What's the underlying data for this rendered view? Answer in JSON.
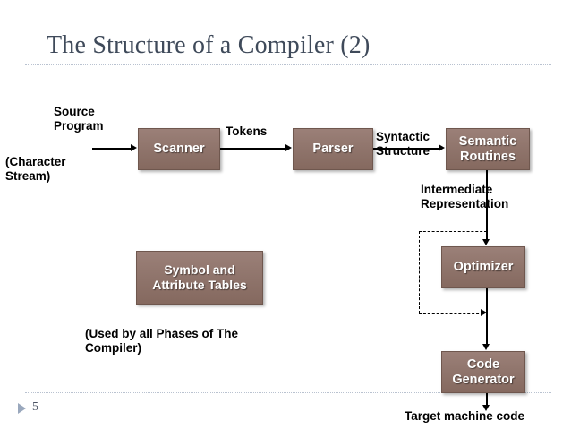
{
  "slide": {
    "title": "The Structure of a Compiler (2)",
    "number": "5",
    "bullet_icon": "triangle-bullet-icon"
  },
  "diagram": {
    "boxes": {
      "scanner": "Scanner",
      "parser": "Parser",
      "semantic_routines": "Semantic\nRoutines",
      "optimizer": "Optimizer",
      "code_generator": "Code\nGenerator",
      "symbol_tables": "Symbol and\nAttribute\nTables"
    },
    "labels": {
      "source_program": "Source\nProgram",
      "character_stream": "(Character\nStream)",
      "tokens": "Tokens",
      "syntactic_structure": "Syntactic\nStructure",
      "intermediate_representation": "Intermediate\nRepresentation",
      "used_by_all_phases": "(Used by all Phases of The\nCompiler)",
      "target_machine_code": "Target machine code"
    }
  },
  "colors": {
    "box_fill": "#8e736a",
    "box_border": "#6f574e",
    "box_text": "#ffffff",
    "title_text": "#3f4a5a",
    "rule": "#b9c2d0",
    "bullet": "#9aa8bd",
    "connector": "#000000",
    "background": "#ffffff"
  }
}
